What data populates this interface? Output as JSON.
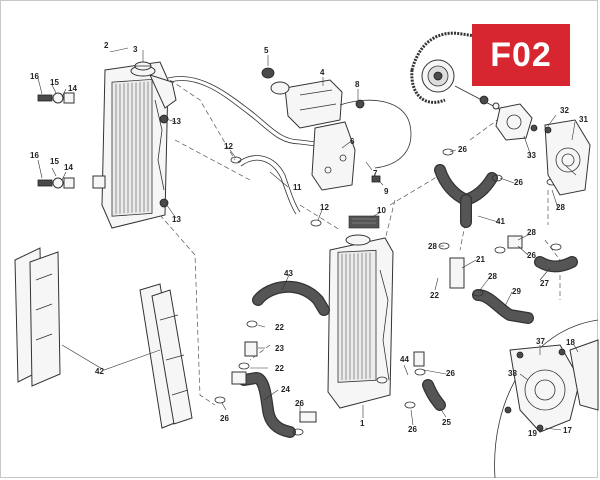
{
  "badge": {
    "code": "F02"
  },
  "callouts": {
    "c1": "1",
    "c2": "2",
    "c3": "3",
    "c4": "4",
    "c5": "5",
    "c6": "6",
    "c7": "7",
    "c8": "8",
    "c9": "9",
    "c10": "10",
    "c11": "11",
    "c12": "12",
    "c13": "13",
    "c14": "14",
    "c15": "15",
    "c16": "16",
    "c17": "17",
    "c18": "18",
    "c19": "19",
    "c21": "21",
    "c22": "22",
    "c23": "23",
    "c24": "24",
    "c25": "25",
    "c26": "26",
    "c27": "27",
    "c28": "28",
    "c29": "29",
    "c31": "31",
    "c32": "32",
    "c33": "33",
    "c37": "37",
    "c38": "38",
    "c41": "41",
    "c42": "42",
    "c43": "43",
    "c44": "44"
  },
  "parts": [
    "radiator-left",
    "radiator-right",
    "radiator-cap",
    "expansion-tank",
    "tank-bracket",
    "overflow-hose",
    "radiator-guards",
    "timing-chain-sprocket",
    "water-pump",
    "hose-clamps",
    "y-hose",
    "connecting-hoses"
  ]
}
